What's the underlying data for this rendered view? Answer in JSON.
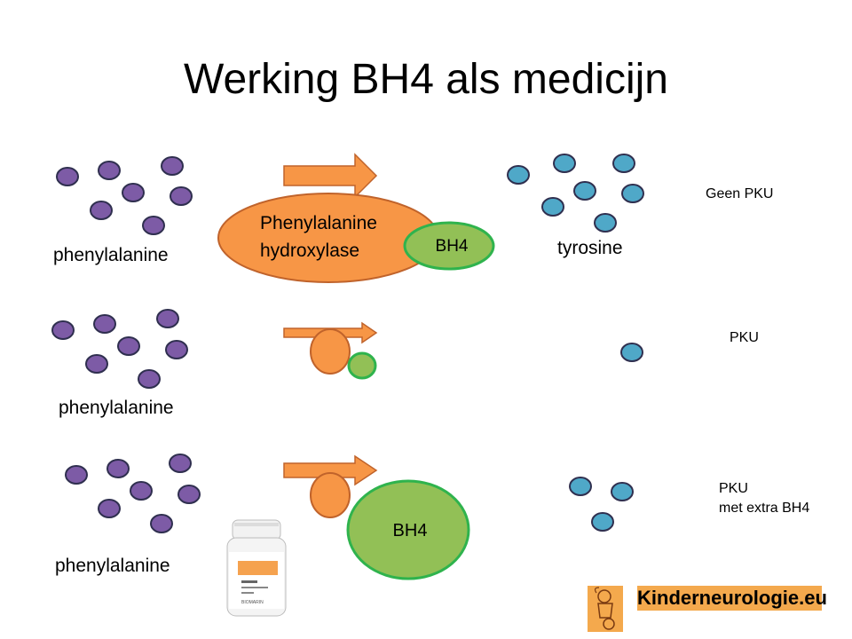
{
  "slide": {
    "title": "Werking BH4 als medicijn",
    "substrate_label": "phenylalanine",
    "product_label": "tyrosine",
    "enzyme_label_line1": "Phenylalanine",
    "enzyme_label_line2": "hydroxylase",
    "cofactor_label": "BH4",
    "rows": [
      {
        "id": "normal",
        "condition": "Geen PKU"
      },
      {
        "id": "pku",
        "condition": "PKU"
      },
      {
        "id": "pku-bh4",
        "condition": "PKU\nmet extra BH4"
      }
    ],
    "brand": "Kinderneurologie.eu",
    "bottle_label": "BIOMARIN"
  },
  "colors": {
    "phenylalanine_fill": "#7d5ba6",
    "molecule_stroke": "#2f2f4f",
    "tyrosine_fill": "#4fa8c8",
    "enzyme_fill": "#f79646",
    "enzyme_stroke": "#c0632b",
    "bh4_fill": "#92c056",
    "bh4_stroke": "#2fb34d",
    "brand_bg": "#f4a94d"
  }
}
